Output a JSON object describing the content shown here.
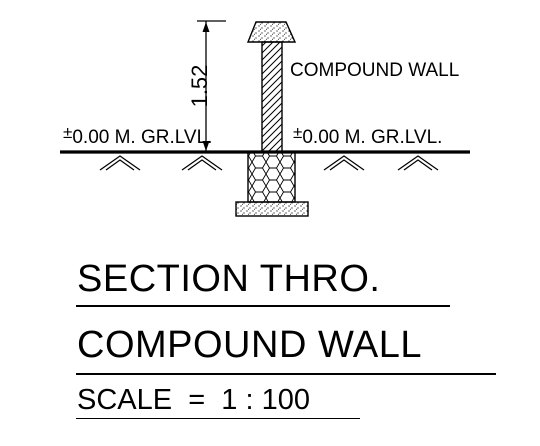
{
  "diagram": {
    "wall_label": "COMPOUND WALL",
    "height_dimension": "1.52",
    "ground_level_left": "0.00 M. GR.LVL.",
    "ground_level_right": "0.00 M. GR.LVL.",
    "plus_minus_symbol": "±"
  },
  "title": {
    "line1": "SECTION THRO.",
    "line2": "COMPOUND WALL",
    "scale": "SCALE  =  1 : 100"
  }
}
